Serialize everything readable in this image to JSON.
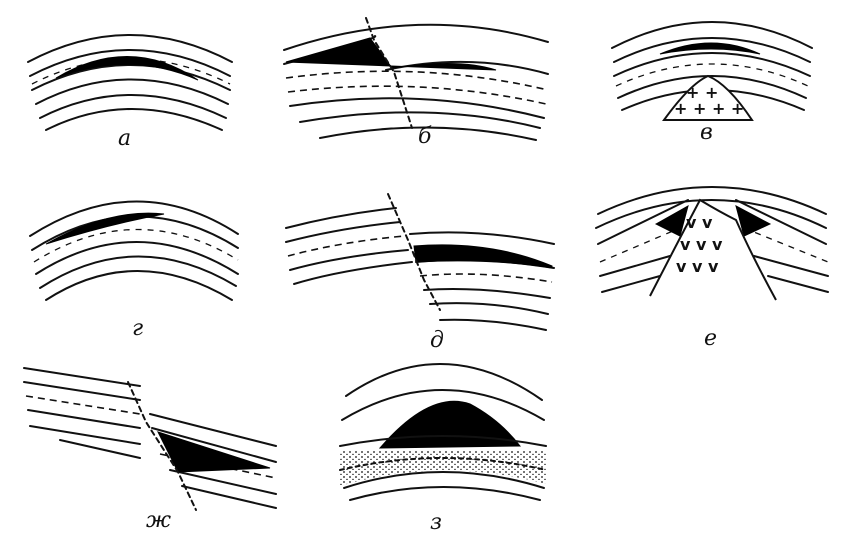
{
  "panels": [
    {
      "id": "a",
      "label": "а"
    },
    {
      "id": "b",
      "label": "б"
    },
    {
      "id": "v",
      "label": "в"
    },
    {
      "id": "g",
      "label": "г"
    },
    {
      "id": "d",
      "label": "д"
    },
    {
      "id": "e",
      "label": "е"
    },
    {
      "id": "zh",
      "label": "ж"
    },
    {
      "id": "z",
      "label": "з"
    }
  ],
  "colors": {
    "ink": "#111111",
    "oil": "#000000",
    "background": "#ffffff"
  }
}
